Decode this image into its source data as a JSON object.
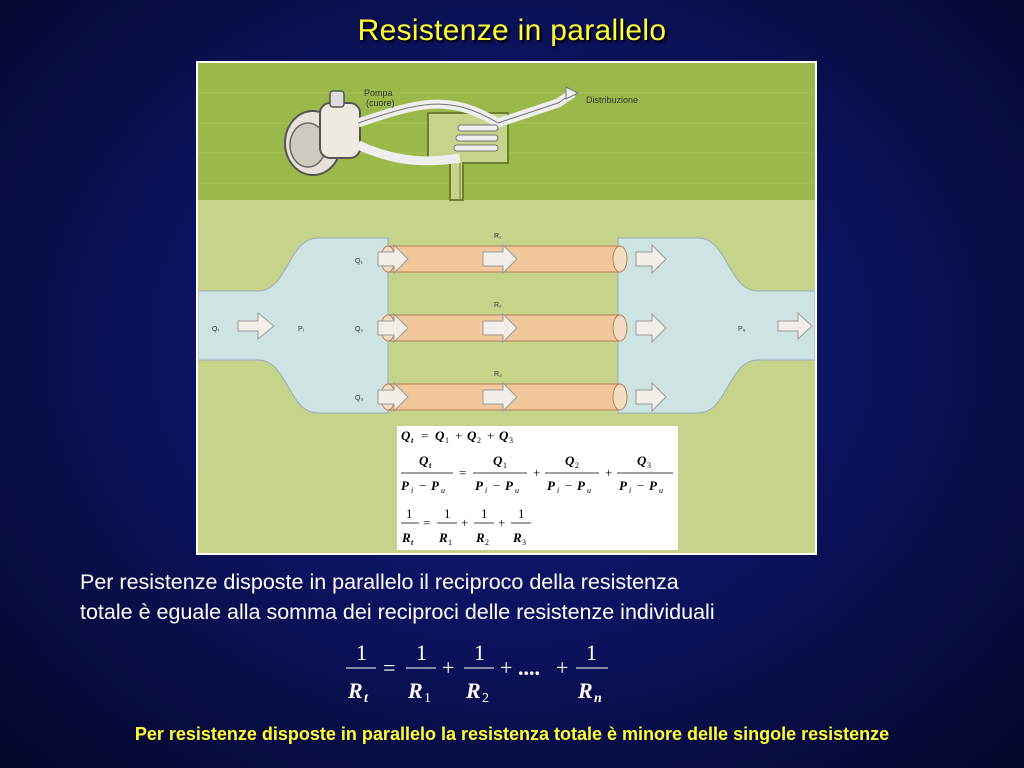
{
  "title": "Resistenze in parallelo",
  "figure": {
    "pump_label": "Pompa",
    "pump_sublabel": "(cuore)",
    "distribution_label": "Distribuzione",
    "r_labels": [
      "R₁",
      "R₂",
      "R₃"
    ],
    "q_labels": [
      "Q₁",
      "Q₂",
      "Q₃"
    ],
    "qt_label": "Qₜ",
    "pi_label": "Pᵢ",
    "pu_label": "Pᵤ"
  },
  "equations": {
    "eq1": {
      "lhs": "Q",
      "lhs_sub": "t",
      "terms": [
        {
          "v": "Q",
          "s": "1"
        },
        {
          "v": "Q",
          "s": "2"
        },
        {
          "v": "Q",
          "s": "3"
        }
      ]
    },
    "eq2": {
      "nums": [
        {
          "v": "Q",
          "s": "t"
        },
        {
          "v": "Q",
          "s": "1"
        },
        {
          "v": "Q",
          "s": "2"
        },
        {
          "v": "Q",
          "s": "3"
        }
      ],
      "den_a": "P",
      "den_a_sub": "i",
      "den_b": "P",
      "den_b_sub": "u"
    },
    "eq3": {
      "num": "1",
      "dens": [
        {
          "v": "R",
          "s": "t"
        },
        {
          "v": "R",
          "s": "1"
        },
        {
          "v": "R",
          "s": "2"
        },
        {
          "v": "R",
          "s": "3"
        }
      ]
    }
  },
  "body_text": {
    "line1": "Per resistenze disposte in parallelo il reciproco della resistenza",
    "line2": "totale è eguale alla somma dei reciproci delle resistenze individuali"
  },
  "big_equation": {
    "num": "1",
    "dens": [
      {
        "v": "R",
        "s": "t"
      },
      {
        "v": "R",
        "s": "1"
      },
      {
        "v": "R",
        "s": "2"
      },
      {
        "v": "R",
        "s": "n"
      }
    ],
    "ellipsis": "...."
  },
  "footer": "Per resistenze disposte in parallelo la resistenza totale è minore delle singole resistenze",
  "colors": {
    "title": "#ffff33",
    "green": "#9bb84a",
    "light_green": "#c6d38a",
    "tube": "#f2c79a",
    "blue": "#cfe3e3"
  }
}
